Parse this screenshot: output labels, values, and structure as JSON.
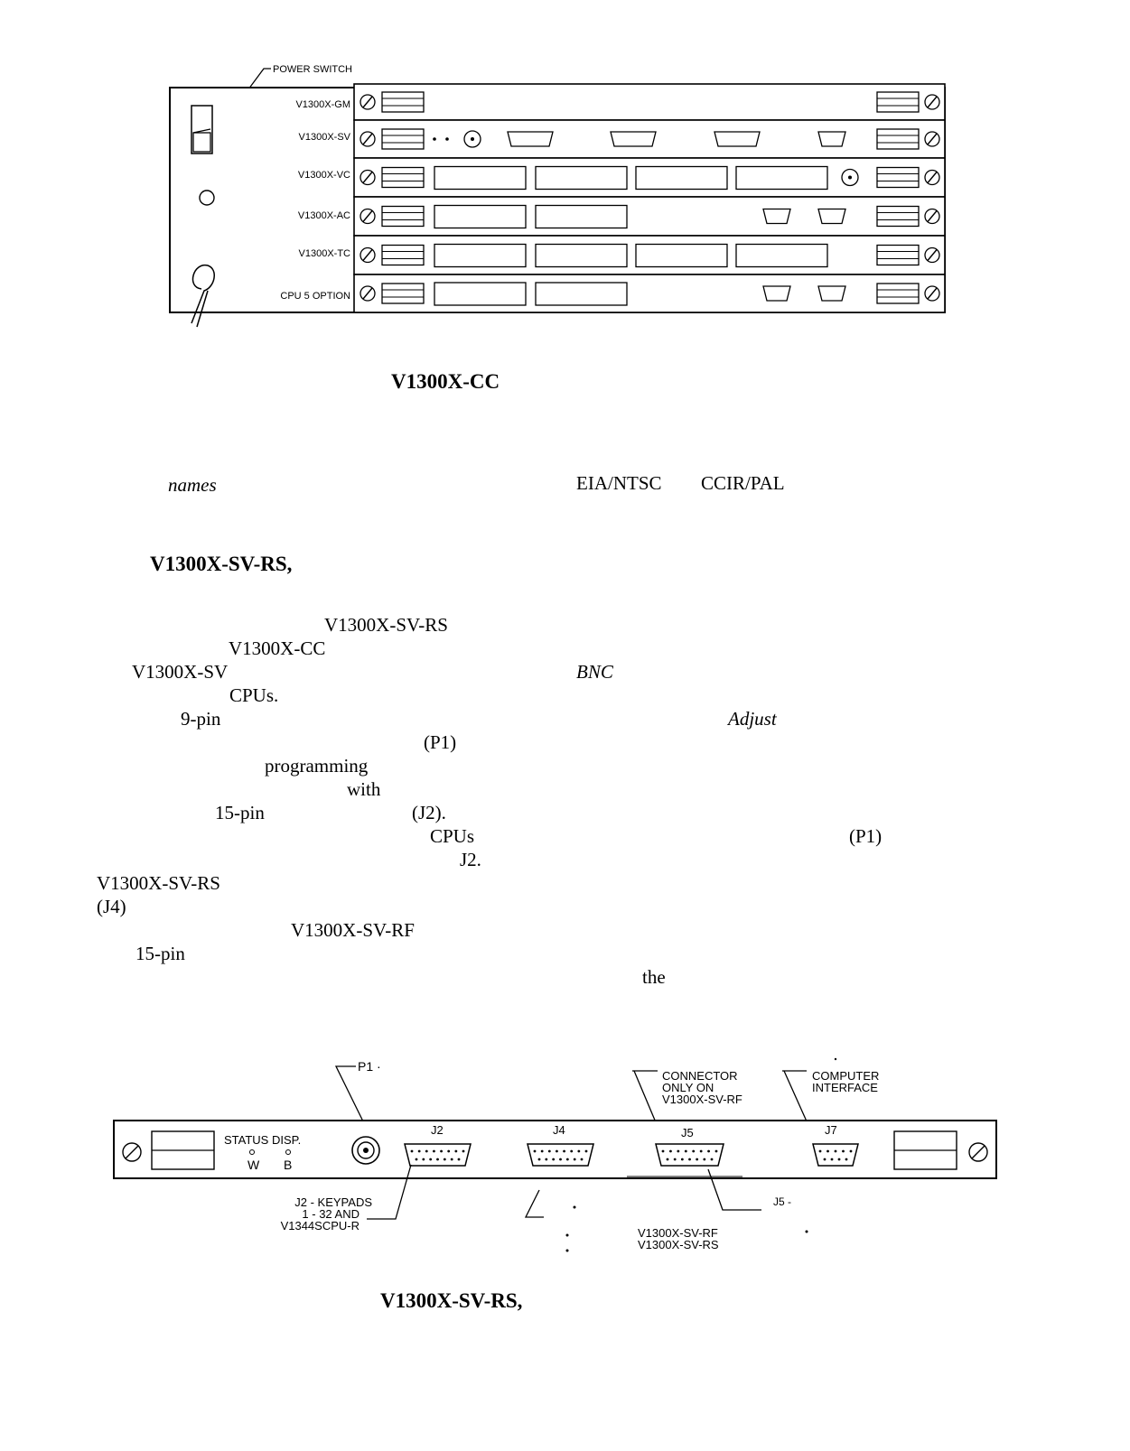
{
  "figure1": {
    "power_switch_label": "POWER SWITCH",
    "modules": [
      {
        "label": "V1300X-GM"
      },
      {
        "label": "V1300X-SV"
      },
      {
        "label": "V1300X-VC"
      },
      {
        "label": "V1300X-AC"
      },
      {
        "label": "V1300X-TC"
      },
      {
        "label": "CPU 5 OPTION"
      }
    ],
    "caption": "V1300X-CC"
  },
  "body_fragments": {
    "names": "names",
    "eia_ntsc": "EIA/NTSC",
    "ccir_pal": "CCIR/PAL",
    "sv_rs_heading": "V1300X-SV-RS,",
    "sv_rs_1": "V1300X-SV-RS",
    "cc": "V1300X-CC",
    "sv": "V1300X-SV",
    "bnc": "BNC",
    "cpus_1": "CPUs.",
    "nine_pin": "9-pin",
    "adjust": "Adjust",
    "p1_a": "(P1)",
    "programming": "programming",
    "with": "with",
    "fifteen_pin_a": "15-pin",
    "j2_a": "(J2).",
    "cpus_2": "CPUs",
    "p1_b": "(P1)",
    "j2_b": "J2.",
    "sv_rs_2": "V1300X-SV-RS",
    "j4": "(J4)",
    "sv_rf": "V1300X-SV-RF",
    "fifteen_pin_b": "15-pin",
    "the": "the"
  },
  "figure2": {
    "p1_label": "P1 ·",
    "connector_only_1": "CONNECTOR",
    "connector_only_2": "ONLY ON",
    "connector_only_3": "V1300X-SV-RF",
    "computer_1": "COMPUTER",
    "computer_2": "INTERFACE",
    "status_disp": "STATUS DISP.",
    "led_w": "W",
    "led_b": "B",
    "j2": "J2",
    "j4": "J4",
    "j5": "J5",
    "j7": "J7",
    "j2_desc_1": "J2 - KEYPADS",
    "j2_desc_2": "1 - 32 AND",
    "j2_desc_3": "V1344SCPU-R",
    "j5_desc": "J5 -",
    "j5_models_1": "V1300X-SV-RF",
    "j5_models_2": "V1300X-SV-RS",
    "caption": "V1300X-SV-RS,"
  }
}
